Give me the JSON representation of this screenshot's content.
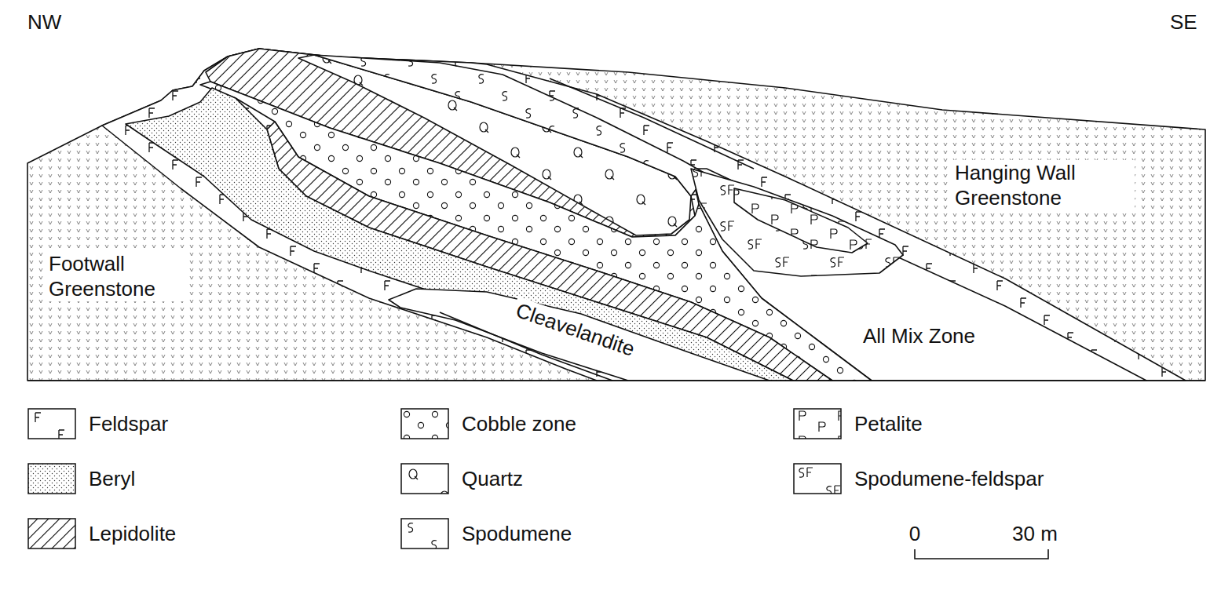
{
  "diagram": {
    "labels": [
      "NW",
      "SE",
      "Hanging Wall Greenstone",
      "Footwall Greenstone",
      "Cleavelandite",
      "All Mix Zone",
      "0",
      "30 m"
    ],
    "legend": [
      {
        "text": "Feldspar"
      },
      {
        "text": "Beryl"
      },
      {
        "text": "Lepidolite"
      },
      {
        "text": "Cobble zone"
      },
      {
        "text": "Quartz"
      },
      {
        "text": "Spodumene"
      },
      {
        "text": "Petalite"
      },
      {
        "text": "Spodumene-feldspar"
      }
    ]
  }
}
